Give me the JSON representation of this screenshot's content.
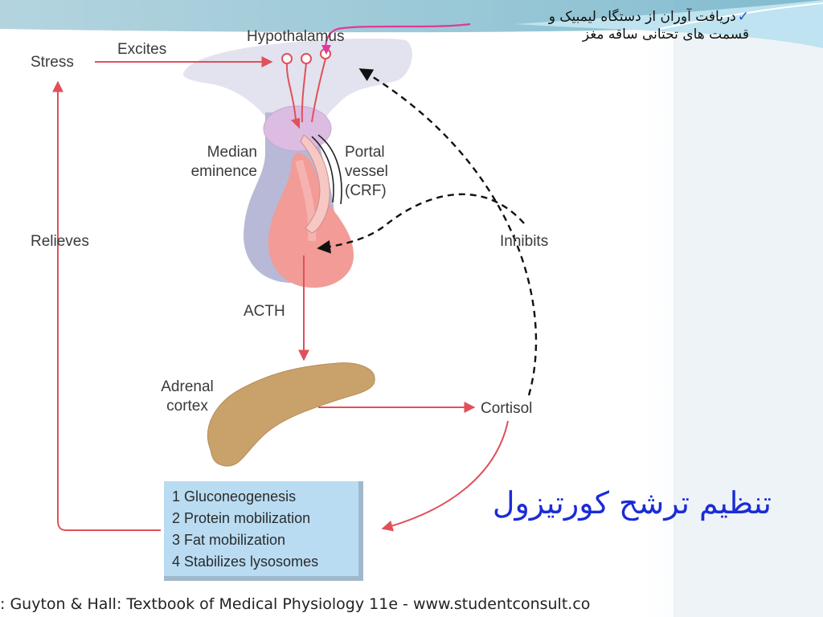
{
  "note": {
    "line1": "دریافت آوران از دستگاه لیمبیک و",
    "line2": "قسمت های تحتانی ساقه مغز"
  },
  "title": "تنظیم ترشح کورتیزول",
  "labels": {
    "stress": "Stress",
    "excites": "Excites",
    "hypothalamus": "Hypothalamus",
    "median_eminence": "Median\neminence",
    "portal_vessel": "Portal\nvessel\n(CRF)",
    "relieves": "Relieves",
    "inhibits": "Inhibits",
    "acth": "ACTH",
    "adrenal_cortex": "Adrenal\ncortex",
    "cortisol": "Cortisol"
  },
  "effects": [
    "1 Gluconeogenesis",
    "2 Protein mobilization",
    "3 Fat mobilization",
    "4 Stabilizes lysosomes"
  ],
  "credit": ": Guyton & Hall: Textbook of Medical Physiology 11e - www.studentconsult.co",
  "colors": {
    "arrow": "#e0505a",
    "title": "#1a2cd6",
    "box": "#b9dcf2",
    "adrenal": "#c9a26b",
    "pituitary": "#f08a8a"
  }
}
